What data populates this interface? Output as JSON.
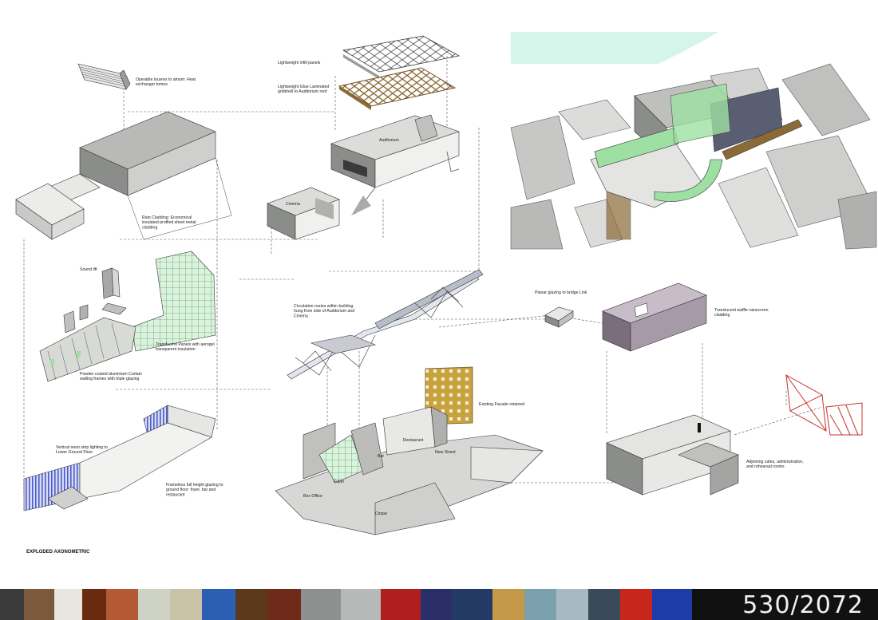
{
  "title": "EXPLODED AXONOMETRIC",
  "page_counter": "530/2072",
  "labels": {
    "louvres": "Operable louvres to atrium: Heat exchanger tomes",
    "rain_cladding": "Rain Cladding: Economical insulated profiled sheet metal cladding",
    "sound_lift": "Sound lift",
    "translucent_panels": "Translucent Panels with aerogel transparent insulation",
    "curtain_walling": "Powder coated aluminium Curtain walling frames with triple glazing",
    "led_lighting": "Vertical neon strip lighting to Lower Ground Floor",
    "frameless_glazing": "Frameless full height glazing to ground floor: foyer, bar and restaurant",
    "infill_panels": "Lightweight infill panels",
    "gridshell": "Lightweight Glue Laminated gridshell to Auditorium roof",
    "auditorium": "Auditorium",
    "cinema": "Cinema",
    "circulation": "Circulation routes within building hung from side of Auditorium and Cinema",
    "facade": "Existing Facade retained",
    "bar": "Bar",
    "restaurant": "Restaurant",
    "new_street": "New Street",
    "foyer": "Foyer",
    "box_office": "Box Office",
    "cirque": "Cirque",
    "bridge_glazing": "Planar glazing to bridge Link",
    "waffle_cladding": "Translucent waffle rainscreen cladding",
    "adjoining": "Adjoining cafes, administration, and rehearsal rooms"
  },
  "colors": {
    "mint": "#d6f5ea",
    "grey_light": "#e3e3e1",
    "grey_mid": "#b9bab8",
    "grey_dark": "#8b8d8b",
    "green_glaze": "#9ee0a3",
    "purple": "#a79aa8",
    "ochre": "#c8a33c",
    "timber": "#8a6a36",
    "blue_led": "#4a5ec8"
  },
  "thumbnails": [
    {
      "name": "dancers-thumb",
      "color": "#3b3b3b"
    },
    {
      "name": "performer-thumb",
      "color": "#7a5a3a"
    },
    {
      "name": "acrobat-thumb",
      "color": "#e9e5df"
    },
    {
      "name": "fire-thumb",
      "color": "#6a2a10"
    },
    {
      "name": "red-dancer-thumb",
      "color": "#b35a35"
    },
    {
      "name": "portrait-thumb",
      "color": "#cfd3c5"
    },
    {
      "name": "stage-thumb",
      "color": "#c9c3a9"
    },
    {
      "name": "blue-screen-thumb",
      "color": "#2c5fb4"
    },
    {
      "name": "lights-thumb",
      "color": "#5a3a1a"
    },
    {
      "name": "windows-thumb",
      "color": "#702a1c"
    },
    {
      "name": "crowd-thumb",
      "color": "#8c9190"
    },
    {
      "name": "street-thumb",
      "color": "#b5b9b7"
    },
    {
      "name": "chevron-thumb",
      "color": "#b01e1e"
    },
    {
      "name": "neon-thumb",
      "color": "#2a2f6a"
    },
    {
      "name": "silhouette-thumb",
      "color": "#233a64"
    },
    {
      "name": "interior-thumb",
      "color": "#c49a4a"
    },
    {
      "name": "glass-thumb",
      "color": "#7ba0ae"
    },
    {
      "name": "tree-thumb",
      "color": "#a7b9c3"
    },
    {
      "name": "corridor-thumb",
      "color": "#3a4a5a"
    },
    {
      "name": "red-light-thumb",
      "color": "#c8261a"
    },
    {
      "name": "blue-light-thumb",
      "color": "#1e3ca6"
    }
  ]
}
